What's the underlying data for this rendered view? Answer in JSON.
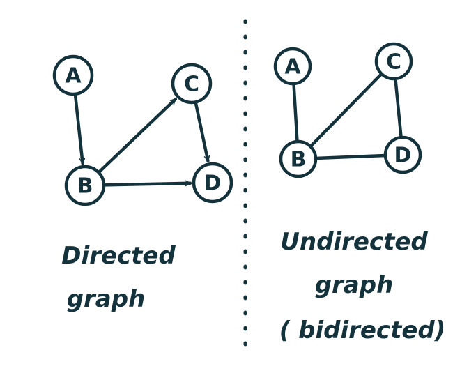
{
  "colors": {
    "ink": "#14323c",
    "background": "#ffffff"
  },
  "directed": {
    "caption_lines": [
      "Directed",
      "graph"
    ],
    "nodes": [
      {
        "id": "A",
        "label": "A"
      },
      {
        "id": "B",
        "label": "B"
      },
      {
        "id": "C",
        "label": "C"
      },
      {
        "id": "D",
        "label": "D"
      }
    ],
    "edges": [
      {
        "from": "A",
        "to": "B",
        "directed": true
      },
      {
        "from": "B",
        "to": "C",
        "directed": true
      },
      {
        "from": "B",
        "to": "D",
        "directed": true
      },
      {
        "from": "C",
        "to": "D",
        "directed": true
      }
    ]
  },
  "undirected": {
    "caption_lines": [
      "Undirected",
      "graph",
      "( bidirected)"
    ],
    "nodes": [
      {
        "id": "A",
        "label": "A"
      },
      {
        "id": "B",
        "label": "B"
      },
      {
        "id": "C",
        "label": "C"
      },
      {
        "id": "D",
        "label": "D"
      }
    ],
    "edges": [
      {
        "from": "A",
        "to": "B",
        "directed": false
      },
      {
        "from": "B",
        "to": "C",
        "directed": false
      },
      {
        "from": "B",
        "to": "D",
        "directed": false
      },
      {
        "from": "C",
        "to": "D",
        "directed": false
      }
    ]
  }
}
